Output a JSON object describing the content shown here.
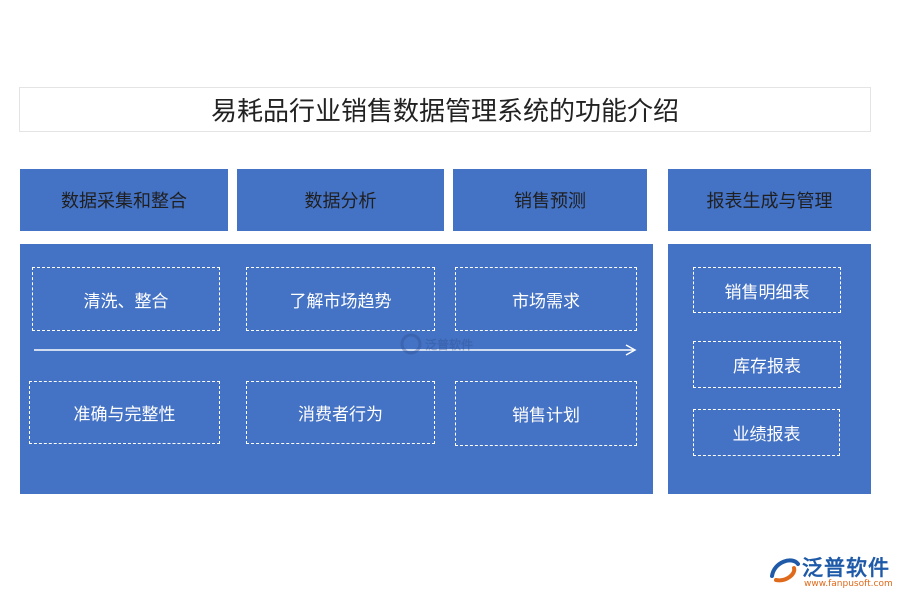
{
  "title": "易耗品行业销售数据管理系统的功能介绍",
  "headers": [
    "数据采集和整合",
    "数据分析",
    "销售预测",
    "报表生成与管理"
  ],
  "left_panel": {
    "row1": [
      "清洗、整合",
      "了解市场趋势",
      "市场需求"
    ],
    "row2": [
      "准确与完整性",
      "消费者行为",
      "销售计划"
    ]
  },
  "right_panel": [
    "销售明细表",
    "库存报表",
    "业绩报表"
  ],
  "watermark": "泛普软件",
  "brand": {
    "name": "泛普软件",
    "url": "www.fanpusoft.com"
  },
  "colors": {
    "panel": "#4472c4",
    "brand_blue": "#1e5aa8",
    "brand_orange": "#e06a1b"
  }
}
